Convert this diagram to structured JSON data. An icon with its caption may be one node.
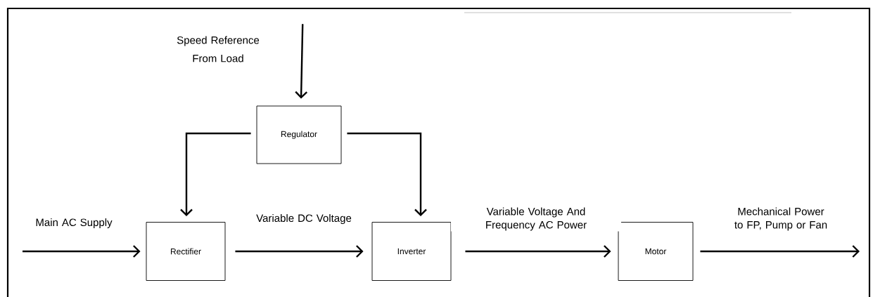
{
  "diagram": {
    "nodes": [
      {
        "text": [
          "Speed Reference From Load"
        ]
      },
      {
        "text": [
          "Regulator"
        ]
      },
      {
        "text": [
          "Rectifier"
        ]
      },
      {
        "text": [
          "Inverter"
        ]
      },
      {
        "text": [
          "Motor"
        ]
      }
    ],
    "edges": [
      {
        "from": 0,
        "to": 1,
        "arrow": "to"
      },
      {
        "from": 1,
        "to": 2,
        "arrow": "to"
      },
      {
        "from": 1,
        "to": 3,
        "arrow": "to"
      },
      {
        "from": null,
        "to": 2,
        "arrow": "to",
        "label": "Main AC Supply"
      },
      {
        "from": 2,
        "to": 3,
        "arrow": "to",
        "label": "Variable DC Voltage"
      },
      {
        "from": 3,
        "to": 4,
        "arrow": "to",
        "label": "Variable Voltage And Frequency AC Power"
      },
      {
        "from": 4,
        "to": null,
        "arrow": "to",
        "label": "Mechanical Power to FP, Pump or Fan"
      }
    ]
  }
}
